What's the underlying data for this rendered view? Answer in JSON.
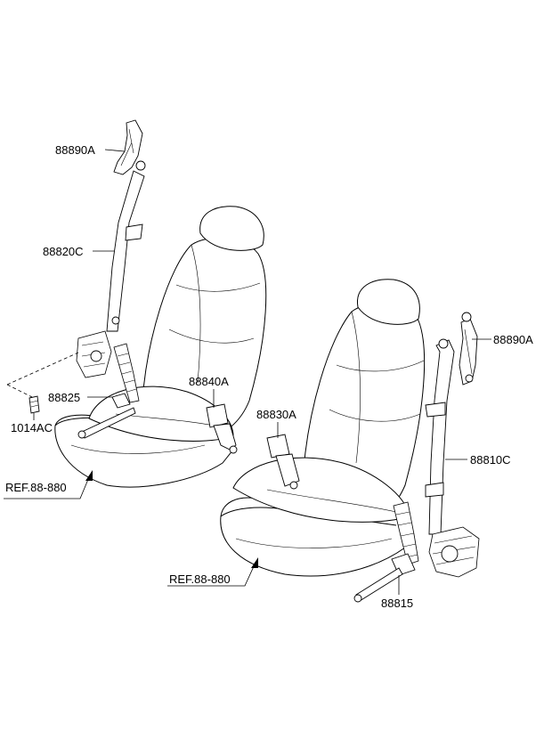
{
  "labels": {
    "p88890A_left": "88890A",
    "p88820C": "88820C",
    "p88825": "88825",
    "p1014AC": "1014AC",
    "p88840A": "88840A",
    "p88830A": "88830A",
    "p88890A_right": "88890A",
    "p88810C": "88810C",
    "p88815": "88815",
    "ref_left": "REF.88-880",
    "ref_right": "REF.88-880"
  },
  "colors": {
    "line": "#000000",
    "background": "#ffffff"
  }
}
